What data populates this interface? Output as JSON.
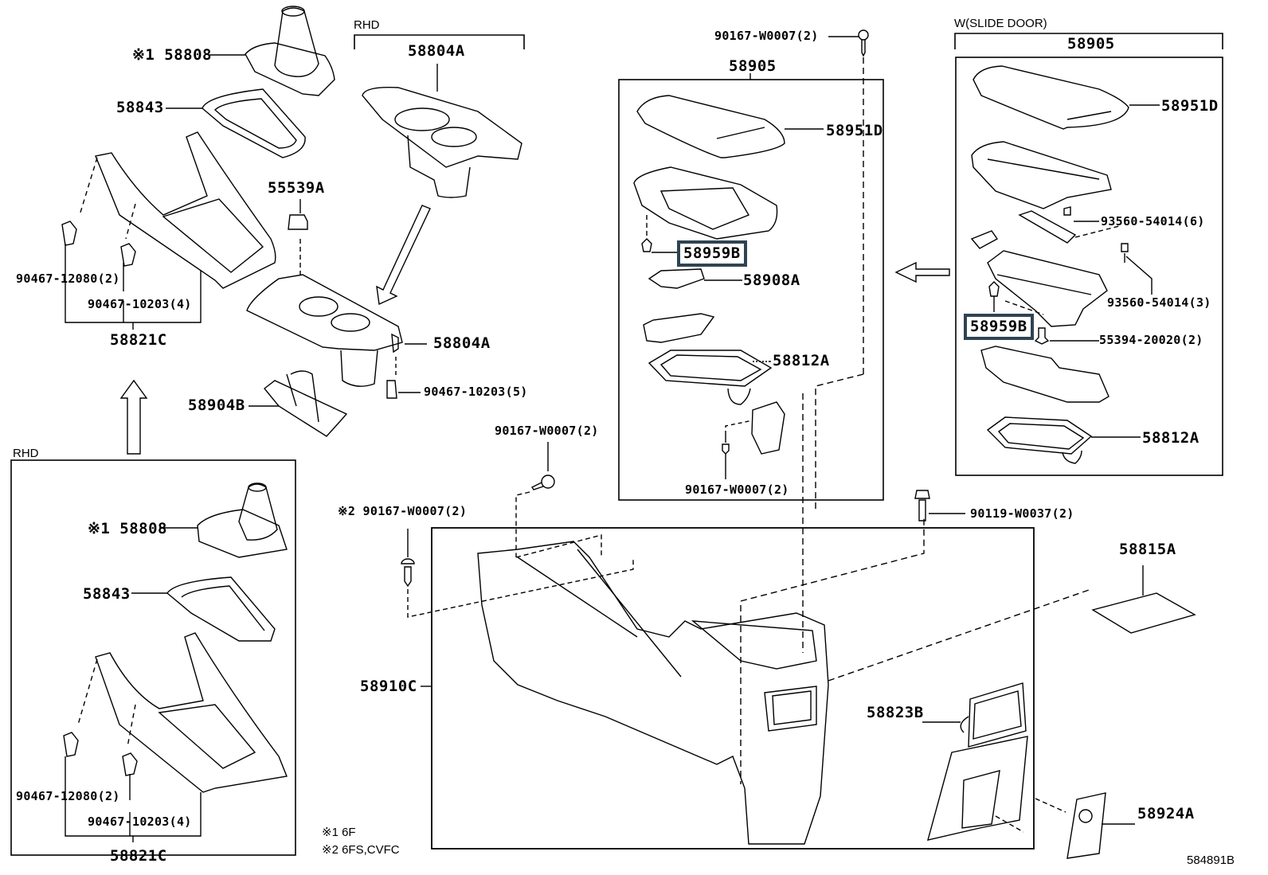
{
  "diagram": {
    "figure_id": "584891B",
    "highlight_color": "#2f4452",
    "groups": {
      "rhd_top": "RHD",
      "rhd_bottom": "RHD",
      "slide_door": "W(SLIDE DOOR)"
    },
    "notes": [
      {
        "marker": "※1",
        "text": "6F"
      },
      {
        "marker": "※2",
        "text": "6FS,CVFC"
      }
    ],
    "labels": {
      "p58808_top": "※1 58808",
      "p58843_top": "58843",
      "p90467_12080_top": "90467-12080(2)",
      "p90467_10203_top": "90467-10203(4)",
      "p58821c_top": "58821C",
      "p58804a_rhd": "58804A",
      "p55539a": "55539A",
      "p58804a": "58804A",
      "p90467_10203_5": "90467-10203(5)",
      "p58904b": "58904B",
      "p90167_top": "90167-W0007(2)",
      "p58905_mid": "58905",
      "p58951d_mid": "58951D",
      "p58959b_mid": "58959B",
      "p58908a": "58908A",
      "p58812a_mid": "58812A",
      "p90167_box": "90167-W0007(2)",
      "p58905_right": "58905",
      "p58951d_right": "58951D",
      "p93560_6": "93560-54014(6)",
      "p93560_3": "93560-54014(3)",
      "p58959b_right": "58959B",
      "p55394": "55394-20020(2)",
      "p58812a_right": "58812A",
      "p90167_mid": "90167-W0007(2)",
      "p90167_star2": "※2 90167-W0007(2)",
      "p90119": "90119-W0037(2)",
      "p58815a": "58815A",
      "p58910c": "58910C",
      "p58823b": "58823B",
      "p58924a": "58924A",
      "p58808_bottom": "※1 58808",
      "p58843_bottom": "58843",
      "p90467_12080_bottom": "90467-12080(2)",
      "p90467_10203_bottom": "90467-10203(4)",
      "p58821c_bottom": "58821C"
    }
  }
}
